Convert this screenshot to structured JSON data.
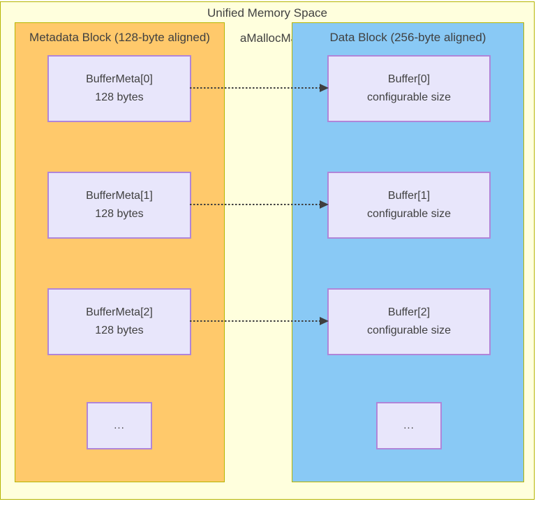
{
  "diagram": {
    "title": "Unified Memory Space",
    "center_label": "aMallocMa",
    "blocks": [
      {
        "name": "metadata-block",
        "title": "Metadata Block (128-byte aligned)",
        "fill": "#ffc96b",
        "cells": [
          {
            "line1": "BufferMeta[0]",
            "line2": "128 bytes"
          },
          {
            "line1": "BufferMeta[1]",
            "line2": "128 bytes"
          },
          {
            "line1": "BufferMeta[2]",
            "line2": "128 bytes"
          }
        ],
        "ellipsis": "..."
      },
      {
        "name": "data-block",
        "title": "Data Block (256-byte aligned)",
        "fill": "#89c9f5",
        "cells": [
          {
            "line1": "Buffer[0]",
            "line2": "configurable size"
          },
          {
            "line1": "Buffer[1]",
            "line2": "configurable size"
          },
          {
            "line1": "Buffer[2]",
            "line2": "configurable size"
          }
        ],
        "ellipsis": "..."
      }
    ],
    "connectors": [
      {
        "from": "BufferMeta[0]",
        "to": "Buffer[0]",
        "style": "dotted-arrow"
      },
      {
        "from": "BufferMeta[1]",
        "to": "Buffer[1]",
        "style": "dotted-arrow"
      },
      {
        "from": "BufferMeta[2]",
        "to": "Buffer[2]",
        "style": "dotted-arrow"
      }
    ],
    "colors": {
      "container_fill": "#ffffdd",
      "container_border": "#b5b500",
      "metadata_fill": "#ffc96b",
      "data_fill": "#89c9f5",
      "cell_fill": "#e8e6fb",
      "cell_border": "#b085d8",
      "text": "#404040",
      "arrow": "#3f3f3f"
    }
  }
}
